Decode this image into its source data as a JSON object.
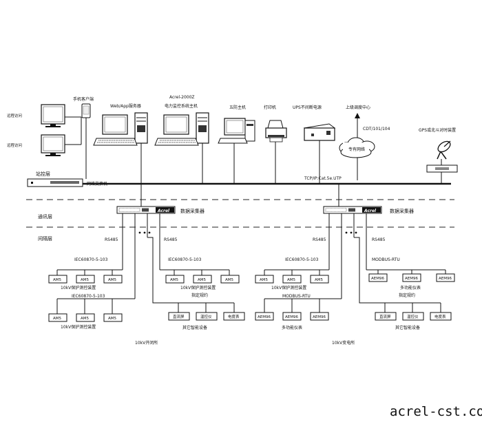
{
  "layers": {
    "station": "站控层",
    "comm": "通讯层",
    "bay": "间隔层"
  },
  "station": {
    "remote_browse": "远程访问",
    "mobile_client": "手机客户端",
    "web_app_server": "Web/App服务器",
    "host_title": "Acrel-2000Z",
    "host_subtitle": "电力监控系统主机",
    "wufang": "五防主机",
    "printer": "打印机",
    "ups": "UPS不间断电源",
    "dispatch": "上级调度中心",
    "protocols": "CDT/101/104",
    "private_network": "专有网络",
    "gps": "GPS或北斗对时装置",
    "network_switch": "网络交换机",
    "tcp_label": "TCP/IP:Cat.5e.UTP"
  },
  "collector": {
    "label": "数据采集器",
    "brand": "Acrel"
  },
  "left": {
    "rs485_a": "RS485",
    "rs485_b": "RS485",
    "iec_top": "IEC60870-5-103",
    "iec_top2": "IEC60870-5-103",
    "iec_mid": "IEC60870-5-103",
    "am5": "AM5",
    "row1_caption": "10kV保护测控装置",
    "row1b_caption": "10kV保护测控装置",
    "row1b_caption2": "指定规约",
    "row2_caption": "10kV保护测控装置",
    "dc_screen": "直流屏",
    "temp_ctrl": "温控仪",
    "meter": "电度表",
    "other_devices": "其它智能设备",
    "site_label": "10kV开闭所"
  },
  "right": {
    "rs485_a": "RS485",
    "rs485_b": "RS485",
    "iec_top": "IEC60870-5-103",
    "modbus_top": "MODBUS-RTU",
    "modbus_mid": "MODBUS-RTU",
    "am5": "AM5",
    "aem96": "AEM96",
    "row1_caption": "10kV保护测控装置",
    "multi_meter": "多功能仪表",
    "specified_protocol": "指定规约",
    "multi_meter2": "多功能仪表",
    "dc_screen": "直流屏",
    "temp_ctrl": "温控仪",
    "meter": "电度表",
    "other_devices": "其它智能设备",
    "site_label": "10kV变电所"
  },
  "watermark": "acrel-cst.com"
}
